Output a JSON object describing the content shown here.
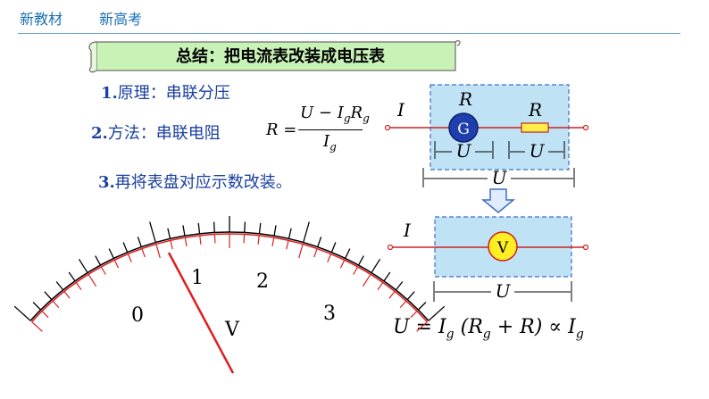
{
  "header": {
    "left": "新教材",
    "right": "新高考"
  },
  "title": "总结：把电流表改装成电压表",
  "items": [
    {
      "num": "1.",
      "text": "原理：串联分压"
    },
    {
      "num": "2.",
      "text": "方法：串联电阻"
    },
    {
      "num": "3.",
      "text": "再将表盘对应示数改装。"
    }
  ],
  "formula": {
    "lhs": "R =",
    "numerator": "U − I",
    "num_sub": "g",
    "num_R": "R",
    "num_R_sub": "g",
    "denominator": "I",
    "den_sub": "g"
  },
  "circuit1": {
    "current": "I",
    "top_R": "R",
    "meter": "G",
    "series_R": "R",
    "u1": "U",
    "u2": "U",
    "total": "U"
  },
  "circuit2": {
    "current": "I",
    "meter": "V",
    "total": "U"
  },
  "bottom_formula": "U = I_g (R_g + R) ∝ I_g",
  "dial": {
    "labels": [
      "0",
      "1",
      "2",
      "3"
    ],
    "unit": "V"
  },
  "colors": {
    "header": "#1a6fb5",
    "item": "#1a3fa0",
    "box_fill": "#bfe3f5",
    "box_stroke": "#3d6fc4",
    "wire": "#cc2222",
    "galv": "#1f3fae",
    "volt": "#ffee22",
    "red": "#dd1f1f"
  }
}
